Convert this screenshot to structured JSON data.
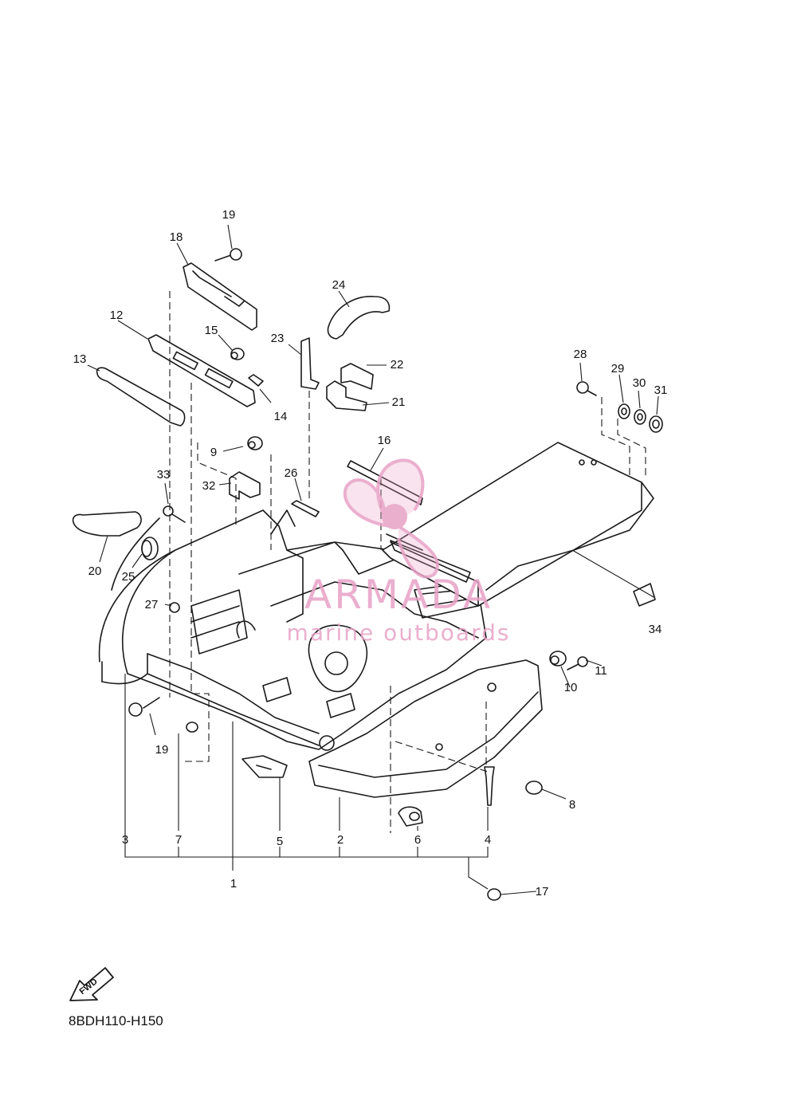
{
  "diagram_code": "8BDH110-H150",
  "fwd_label": "FWD",
  "watermark": {
    "brand": "ARMADA",
    "tagline": "marine outboards",
    "color": "#e8a2c6"
  },
  "callouts": {
    "c1": "1",
    "c2": "2",
    "c3": "3",
    "c4": "4",
    "c5": "5",
    "c6": "6",
    "c7": "7",
    "c8": "8",
    "c9": "9",
    "c10": "10",
    "c11": "11",
    "c12": "12",
    "c13": "13",
    "c14": "14",
    "c15": "15",
    "c16": "16",
    "c17": "17",
    "c18": "18",
    "c19a": "19",
    "c19b": "19",
    "c20": "20",
    "c21": "21",
    "c22": "22",
    "c23": "23",
    "c24": "24",
    "c25": "25",
    "c26": "26",
    "c27": "27",
    "c28": "28",
    "c29": "29",
    "c30": "30",
    "c31": "31",
    "c32": "32",
    "c33": "33",
    "c34": "34"
  }
}
